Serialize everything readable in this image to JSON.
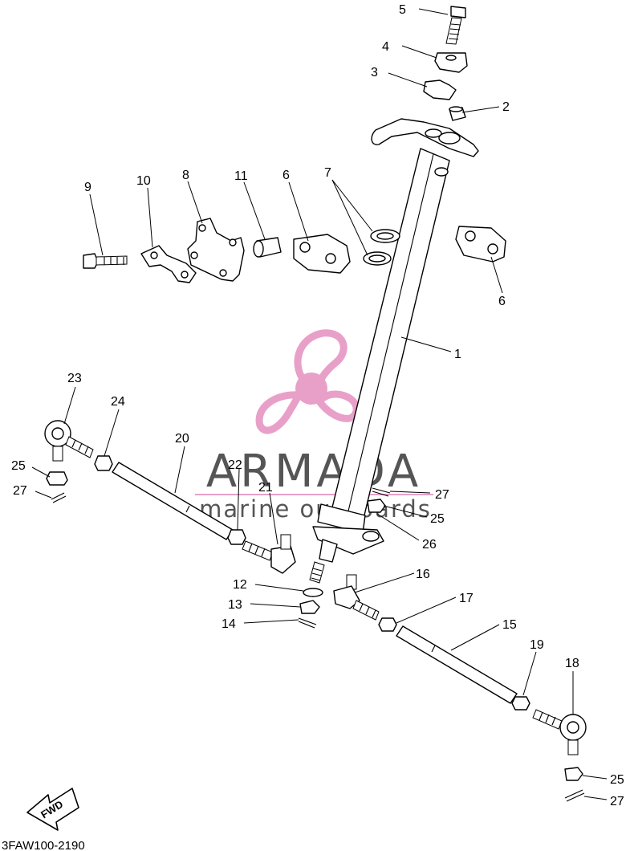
{
  "diagram_code": "3FAW100-2190",
  "fwd_label": "FWD",
  "watermark": {
    "brand": "ARMADA",
    "tagline": "marine outboards",
    "accent_color": "#e8a0c8",
    "text_color": "#555555"
  },
  "callouts": [
    {
      "id": "c5",
      "text": "5"
    },
    {
      "id": "c4",
      "text": "4"
    },
    {
      "id": "c3",
      "text": "3"
    },
    {
      "id": "c2",
      "text": "2"
    },
    {
      "id": "c9",
      "text": "9"
    },
    {
      "id": "c10",
      "text": "10"
    },
    {
      "id": "c8",
      "text": "8"
    },
    {
      "id": "c11",
      "text": "11"
    },
    {
      "id": "c6a",
      "text": "6"
    },
    {
      "id": "c7",
      "text": "7"
    },
    {
      "id": "c6b",
      "text": "6"
    },
    {
      "id": "c1",
      "text": "1"
    },
    {
      "id": "c23",
      "text": "23"
    },
    {
      "id": "c24",
      "text": "24"
    },
    {
      "id": "c20",
      "text": "20"
    },
    {
      "id": "c22",
      "text": "22"
    },
    {
      "id": "c21",
      "text": "21"
    },
    {
      "id": "c25a",
      "text": "25"
    },
    {
      "id": "c27a",
      "text": "27"
    },
    {
      "id": "c27b",
      "text": "27"
    },
    {
      "id": "c25b",
      "text": "25"
    },
    {
      "id": "c26",
      "text": "26"
    },
    {
      "id": "c12",
      "text": "12"
    },
    {
      "id": "c13",
      "text": "13"
    },
    {
      "id": "c14",
      "text": "14"
    },
    {
      "id": "c16",
      "text": "16"
    },
    {
      "id": "c17",
      "text": "17"
    },
    {
      "id": "c15",
      "text": "15"
    },
    {
      "id": "c19",
      "text": "19"
    },
    {
      "id": "c18",
      "text": "18"
    },
    {
      "id": "c25c",
      "text": "25"
    },
    {
      "id": "c27c",
      "text": "27"
    }
  ]
}
